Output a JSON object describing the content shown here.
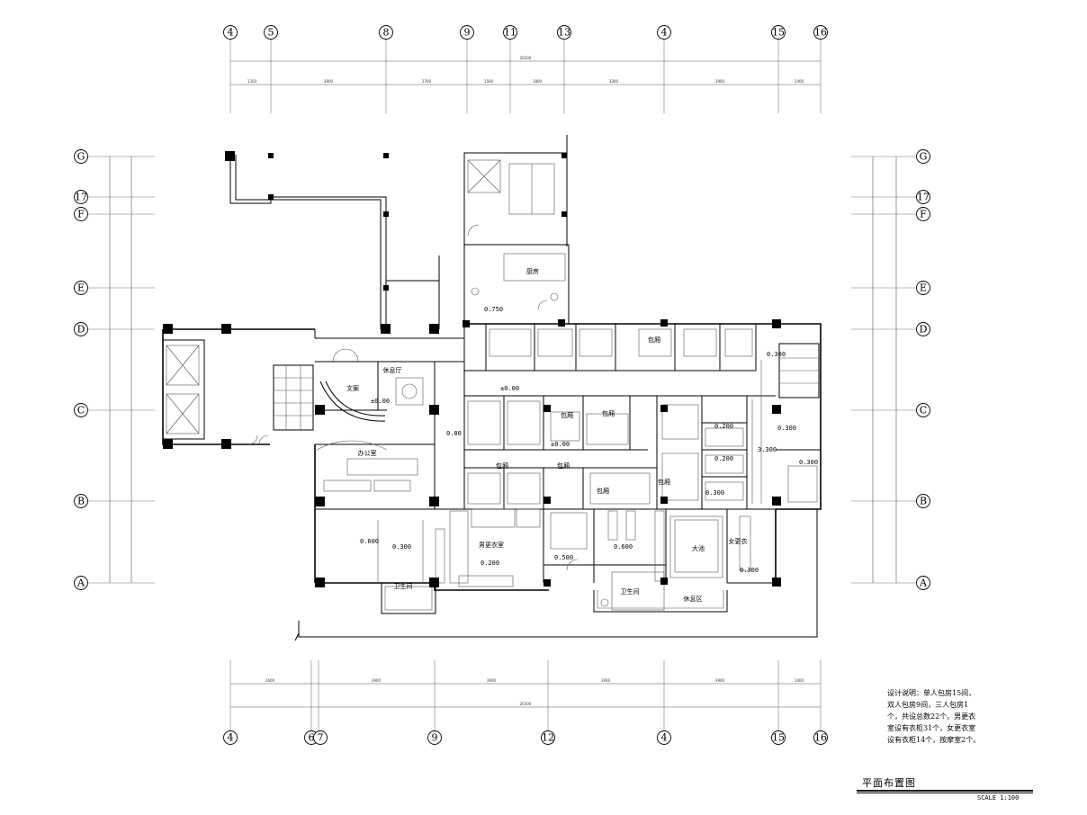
{
  "grid": {
    "columns_top": [
      "4",
      "5",
      "8",
      "9",
      "11",
      "13",
      "4",
      "15",
      "16"
    ],
    "columns_bottom": [
      "4",
      "6",
      "7",
      "9",
      "12",
      "4",
      "15",
      "16"
    ],
    "rows_left": [
      "G",
      "17",
      "F",
      "E",
      "D",
      "C",
      "B",
      "A"
    ],
    "rows_right": [
      "G",
      "17",
      "F",
      "E",
      "D",
      "C",
      "B",
      "A"
    ]
  },
  "elevations": [
    "0.750",
    "±0.00",
    "±0.00",
    "±0.00",
    "0.00",
    "0.300",
    "0.600",
    "0.200",
    "0.200",
    "0.300",
    "3.300",
    "0.300",
    "0.300",
    "0.200",
    "0.600",
    "0.500",
    "0.300",
    "0.300"
  ],
  "rooms": {
    "r1": "厨房",
    "r2": "文案",
    "r3": "休息厅",
    "r4": "办公室",
    "r5": "包厢",
    "r6": "包厢",
    "r7": "包厢",
    "r8": "包厢",
    "r9": "包厢",
    "r10": "包厢",
    "r11": "包厢",
    "r12": "大池",
    "r13": "休息区",
    "r14": "男更衣室",
    "r15": "女更衣",
    "r16": "卫生间",
    "r17": "卫生间"
  },
  "note": {
    "lines": [
      "设计说明：单人包房15间，",
      "双人包房9间，三人包房1",
      "个，共设总数22个。男更衣",
      "室设有衣柜31个，女更衣室",
      "设有衣柜14个，按摩室2个。"
    ]
  },
  "title": "平面布置图",
  "scale": "SCALE 1:100"
}
